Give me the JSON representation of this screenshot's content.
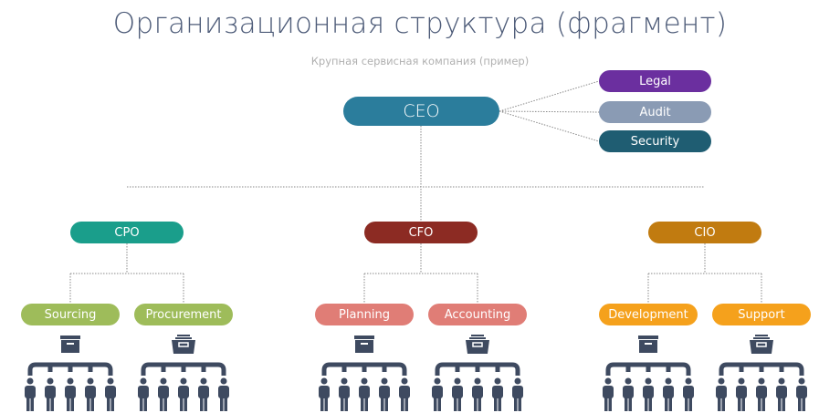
{
  "title": "Организационная структура (фрагмент)",
  "subtitle": "Крупная сервисная  компания (пример)",
  "ceo": {
    "label": "CEO",
    "color": "#2b7d9c"
  },
  "staff": [
    {
      "label": "Legal",
      "color": "#6b2f9f"
    },
    {
      "label": "Audit",
      "color": "#8a9bb4"
    },
    {
      "label": "Security",
      "color": "#1f5d72"
    }
  ],
  "executives": [
    {
      "label": "CPO",
      "color": "#1a9e8b",
      "units": [
        {
          "label": "Sourcing",
          "icon": "archive-box-icon"
        },
        {
          "label": "Procurement",
          "icon": "open-drawer-icon"
        }
      ],
      "unit_color": "#9ebc5a"
    },
    {
      "label": "CFO",
      "color": "#8c2b23",
      "units": [
        {
          "label": "Planning",
          "icon": "archive-box-icon"
        },
        {
          "label": "Accounting",
          "icon": "open-drawer-icon"
        }
      ],
      "unit_color": "#e07d76"
    },
    {
      "label": "CIO",
      "color": "#c17b10",
      "units": [
        {
          "label": "Development",
          "icon": "archive-box-icon"
        },
        {
          "label": "Support",
          "icon": "open-drawer-icon"
        }
      ],
      "unit_color": "#f5a11c"
    }
  ],
  "icon_color": "#3e4a60"
}
